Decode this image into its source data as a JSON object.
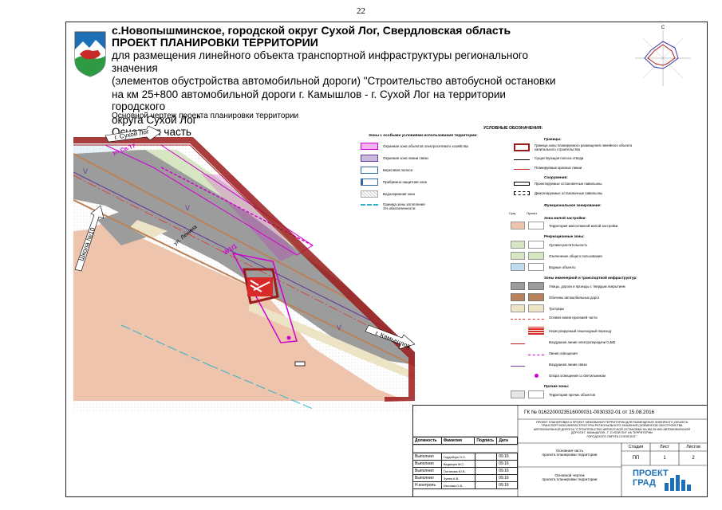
{
  "page_number": "22",
  "header": {
    "line1": "с.Новопышминское, городской округ Сухой Лог, Свердловская область",
    "line2": "ПРОЕКТ ПЛАНИРОВКИ ТЕРРИТОРИИ",
    "desc": [
      "для размещения линейного объекта транспортной инфраструктуры регионального значения",
      "(элементов обустройства автомобильной дороги) \"Строительство автобусной остановки",
      "на км 25+800 автомобильной дороги г. Камышлов - г. Сухой Лог на территории городского",
      "округа Сухой Лог\""
    ],
    "part": "Основная часть"
  },
  "drawing_title": "Основной чертеж проекта планировки территории",
  "compass": {
    "north_label": "С"
  },
  "map": {
    "labels": {
      "suhoi_log": "г. Сухой Лог",
      "shkola": "Школа №10",
      "lenina": "ул. Ленина",
      "kamyshlov": "г. Камышлов",
      "street_top": "ул.Св.Т7",
      "w_label": "W1/1"
    },
    "colors": {
      "residential": "#eec4ac",
      "road": "#9c9c9c",
      "meadow": "#d6e6c2",
      "river": "#bcdcef",
      "boundary": "#9b1c1c",
      "magenta": "#d200d2",
      "sidewalk": "#ede4c6",
      "shoulder": "#b9825a",
      "water_line": "#2fb1c8",
      "purple": "#6a3c9b"
    }
  },
  "zones_legend": {
    "heading": "Зоны с особыми условиями использования территории:",
    "items": [
      "Охранная зона объектов электросетевого хозяйства",
      "Охранная зона линии связи",
      "Береговая полоса",
      "Прибрежно-защитная зона",
      "Водоохранная зона",
      "Граница зоны затопления\n1% обеспеченности"
    ]
  },
  "legend": {
    "title": "УСЛОВНЫЕ ОБОЗНАЧЕНИЯ:",
    "col_sush": "Сущ.",
    "col_proekt": "Проект",
    "sections": {
      "granicy": "Границы:",
      "sooruzheniya": "Сооружения:",
      "zonirovanie": "Функциональное зонирование:",
      "zhilaya": "Зона жилой застройки:",
      "rekreacionnye": "Рекреационные зоны:",
      "inzhenernye": "Зоны инженерной и транспортной инфраструктур:",
      "prochie": "Прочие зоны:"
    },
    "items": {
      "granica_zony": "Граница зоны планируемого размещения линейного объекта\nкапитального строительства",
      "polosa_otvoda": "Существующая полоса отвода",
      "krasnye_linii": "Планируемые красные линии",
      "proekt_pavilony": "Проектируемые остановочные павильоны",
      "demont_pavilony": "Демонтируемые остановочные павильоны",
      "malo_zhil": "Территория малоэтажной жилой застройки",
      "lugovaya": "Луговая растительность",
      "ozelenenie": "Озеленение общего пользования",
      "vodnye": "Водные объекты",
      "ulicy": "Улицы, дороги и проезды с твердым покрытием",
      "obochiny": "Обочины автомобильных дорог",
      "trotuary": "Тротуары",
      "osevaya": "Осевая линия проезжей части",
      "perehod": "Нерегулируемый пешеходный переход",
      "vl": "Воздушная линия электропередачи 0,4кВ",
      "osveshenie": "Линия освещения",
      "svyaz": "Воздушная линия связи",
      "opora": "Опора освещения со светильником",
      "prochie_obj": "Территории прочих объектов"
    }
  },
  "stamp": {
    "gk": "ГК № 0162200023516000031-0030332-01 от 15.08.2016",
    "project_desc": [
      "ПРОЕКТ ПЛАНИРОВКИ И ПРОЕКТ МЕЖЕВАНИЯ ТЕРРИТОРИИ ДЛЯ РАЗМЕЩЕНИЯ ЛИНЕЙНОГО ОБЪЕКТА",
      "ТРАНСПОРТНОЙ ИНФРАСТРУКТУРЫ РЕГИОНАЛЬНОГО ЗНАЧЕНИЯ (ЭЛЕМЕНТОВ ОБУСТРОЙСТВА",
      "АВТОМОБИЛЬНОЙ ДОРОГИ) \"СТРОИТЕЛЬСТВО АВТОБУСНОЙ ОСТАНОВКИ НА КМ 25+800 АВТОМОБИЛЬНОЙ",
      "ДОРОГИ Г. КАМЫШЛОВ - Г. СУХОЙ ЛОГ НА ТЕРРИТОРИИ",
      "ГОРОДСКОГО ОКРУГА СУХОЙ ЛОГ\""
    ],
    "headers": [
      "Должность",
      "Фамилия",
      "Подпись",
      "Дата"
    ],
    "rows": [
      [
        "Выполнил",
        "Гордейчук О.С.",
        "",
        "09.16"
      ],
      [
        "Выполнил",
        "Ведищев М.С.",
        "",
        "09.16"
      ],
      [
        "Выполнил",
        "Потанова Ю.В.",
        "",
        "09.16"
      ],
      [
        "Выполнил",
        "Зуева А.В.",
        "",
        "09.16"
      ],
      [
        "Н.контроль",
        "Иголова О.В.",
        "",
        "09.16"
      ]
    ],
    "part_name": "Основная часть\nпроекта планировки территории",
    "sheet_name": "Основной чертеж\nпроекта планировки территории",
    "stage_h": "Стадия",
    "sheet_h": "Лист",
    "sheets_h": "Листов",
    "stage": "ПП",
    "sheet": "1",
    "sheets": "2",
    "logo_line1": "ПРОЕКТ",
    "logo_line2": "ГРАД"
  }
}
